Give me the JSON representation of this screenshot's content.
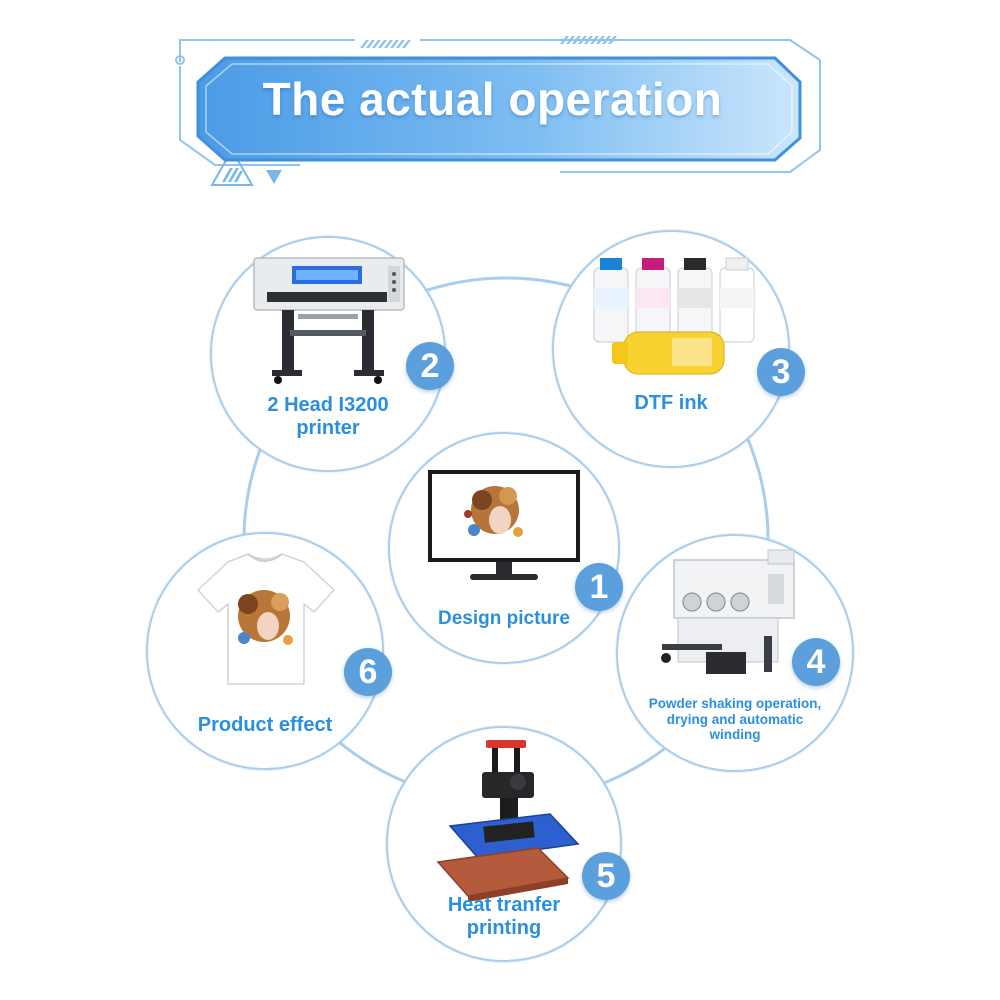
{
  "header": {
    "title": "The actual operation"
  },
  "steps": [
    {
      "number": "1",
      "label": "Design picture"
    },
    {
      "number": "2",
      "label_line1": "2 Head I3200",
      "label_line2": "printer"
    },
    {
      "number": "3",
      "label": "DTF ink"
    },
    {
      "number": "4",
      "label_line1": "Powder shaking operation,",
      "label_line2": "drying and automatic",
      "label_line3": "winding"
    },
    {
      "number": "5",
      "label_line1": "Heat tranfer",
      "label_line2": "printing"
    },
    {
      "number": "6",
      "label": "Product effect"
    }
  ],
  "colors": {
    "accent": "#2b8fe0",
    "badge": "#5b9fdc",
    "ring": "#a9cdea",
    "banner_start": "#4a9be6",
    "banner_end": "#bfe0fb"
  },
  "icons": {
    "step1": "monitor-icon",
    "step2": "printer-icon",
    "step3": "ink-bottles-icon",
    "step4": "powder-shaker-icon",
    "step5": "heat-press-icon",
    "step6": "tshirt-icon"
  }
}
